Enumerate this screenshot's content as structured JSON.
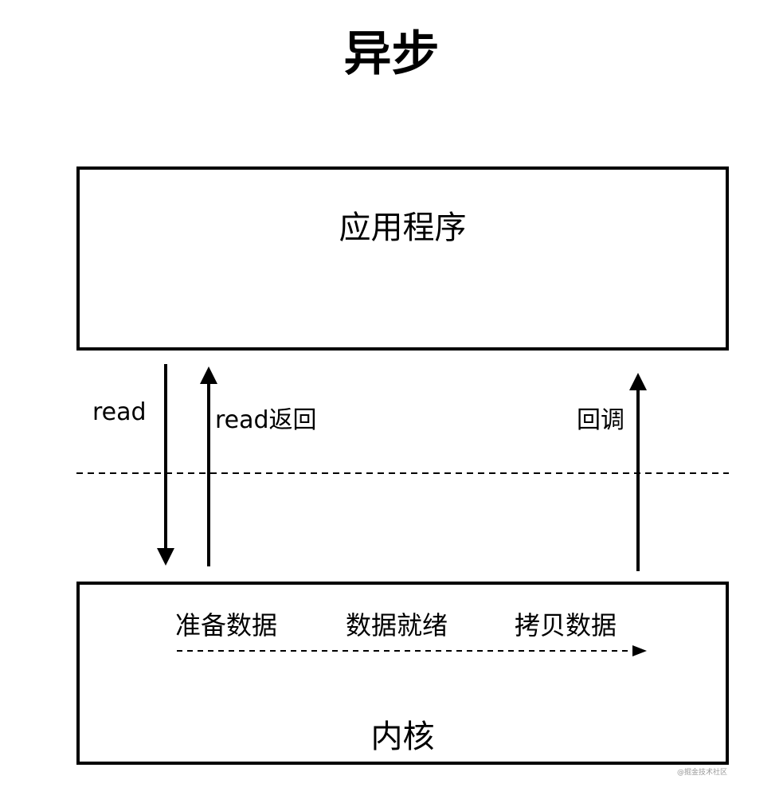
{
  "title": "异步",
  "application_box": {
    "label": "应用程序"
  },
  "kernel_box": {
    "label": "内核"
  },
  "arrows": {
    "read_label": "read",
    "read_return_label": "read返回",
    "callback_label": "回调"
  },
  "kernel_steps": [
    "准备数据",
    "数据就绪",
    "拷贝数据"
  ],
  "watermark": "@掘金技术社区"
}
